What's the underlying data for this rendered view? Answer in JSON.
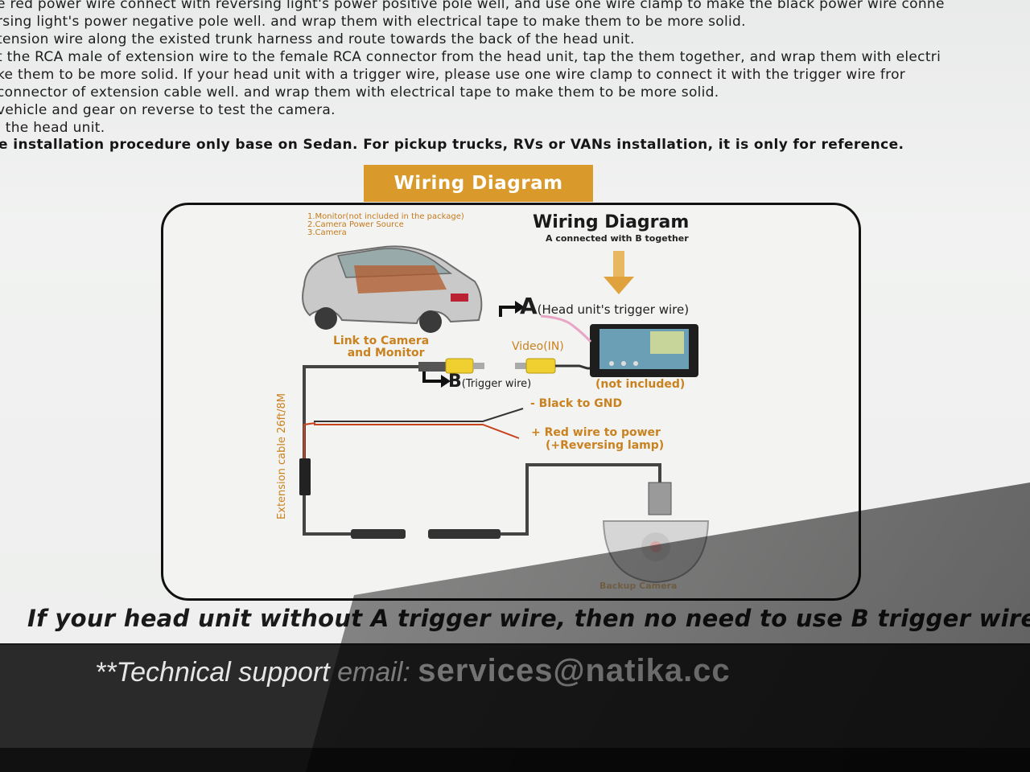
{
  "instructions": [
    "e red power wire connect with reversing light's power positive pole well, and use one wire clamp to make the black power wire conne",
    "rsing light's power negative pole well. and wrap them with electrical tape to make them to be more solid.",
    "tension wire along the existed trunk harness and route towards the back of the head unit.",
    "t the RCA male of extension wire to the female RCA connector from the head unit, tap the them together, and wrap them with electri",
    "ke them to be more solid. If your head unit with a trigger wire, please use one wire clamp to connect it with the trigger wire fror",
    "connector of extension cable well. and wrap them with electrical tape to make them to be more solid.",
    " vehicle and gear on reverse to test the camera.",
    "l the head unit."
  ],
  "note": "e installation procedure only base on Sedan. For pickup trucks, RVs or VANs installation, it is only for reference.",
  "tab_title": "Wiring Diagram",
  "diagram": {
    "legend": [
      "1.Monitor(not included in the package)",
      "2.Camera Power Source",
      "3.Camera"
    ],
    "title": "Wiring Diagram",
    "subtitle": "A connected with B together",
    "label_a_letter": "A",
    "label_a": "(Head unit's trigger wire)",
    "label_b_letter": "B",
    "label_b": "(Trigger wire)",
    "link_label": [
      "Link to Camera",
      "and Monitor"
    ],
    "video_in": "Video(IN)",
    "not_included": "(not included)",
    "black_gnd": "- Black to GND",
    "red_power": [
      "+ Red wire to power",
      "(+Reversing lamp)"
    ],
    "extension_cable": "Extension cable 26ft/8M",
    "camera_label": "Backup Camera"
  },
  "bottom_text": "If your head unit without A trigger wire, then no need to use B trigger wire",
  "support_label": "**Technical support email: ",
  "support_email": "services@natika.cc",
  "colors": {
    "tab": "#d99a2b",
    "orange_text": "#c9821f",
    "band": "#2a2a2b"
  }
}
